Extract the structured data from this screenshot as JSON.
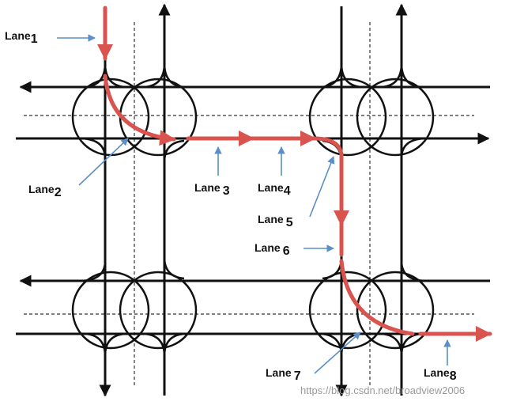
{
  "diagram": {
    "labels": [
      {
        "base": "Lane",
        "sub": "1"
      },
      {
        "base": "Lane",
        "sub": "2"
      },
      {
        "base": "Lane",
        "sub": "3"
      },
      {
        "base": "Lane",
        "sub": "4"
      },
      {
        "base": "Lane",
        "sub": "5"
      },
      {
        "base": "Lane",
        "sub": "6"
      },
      {
        "base": "Lane",
        "sub": "7"
      },
      {
        "base": "Lane",
        "sub": "8"
      }
    ],
    "colors": {
      "road": "#111111",
      "route": "#d9534f",
      "pointer": "#5b8fc7",
      "divider": "#333333"
    }
  },
  "watermark": "https://blog.csdn.net/broadview2006"
}
